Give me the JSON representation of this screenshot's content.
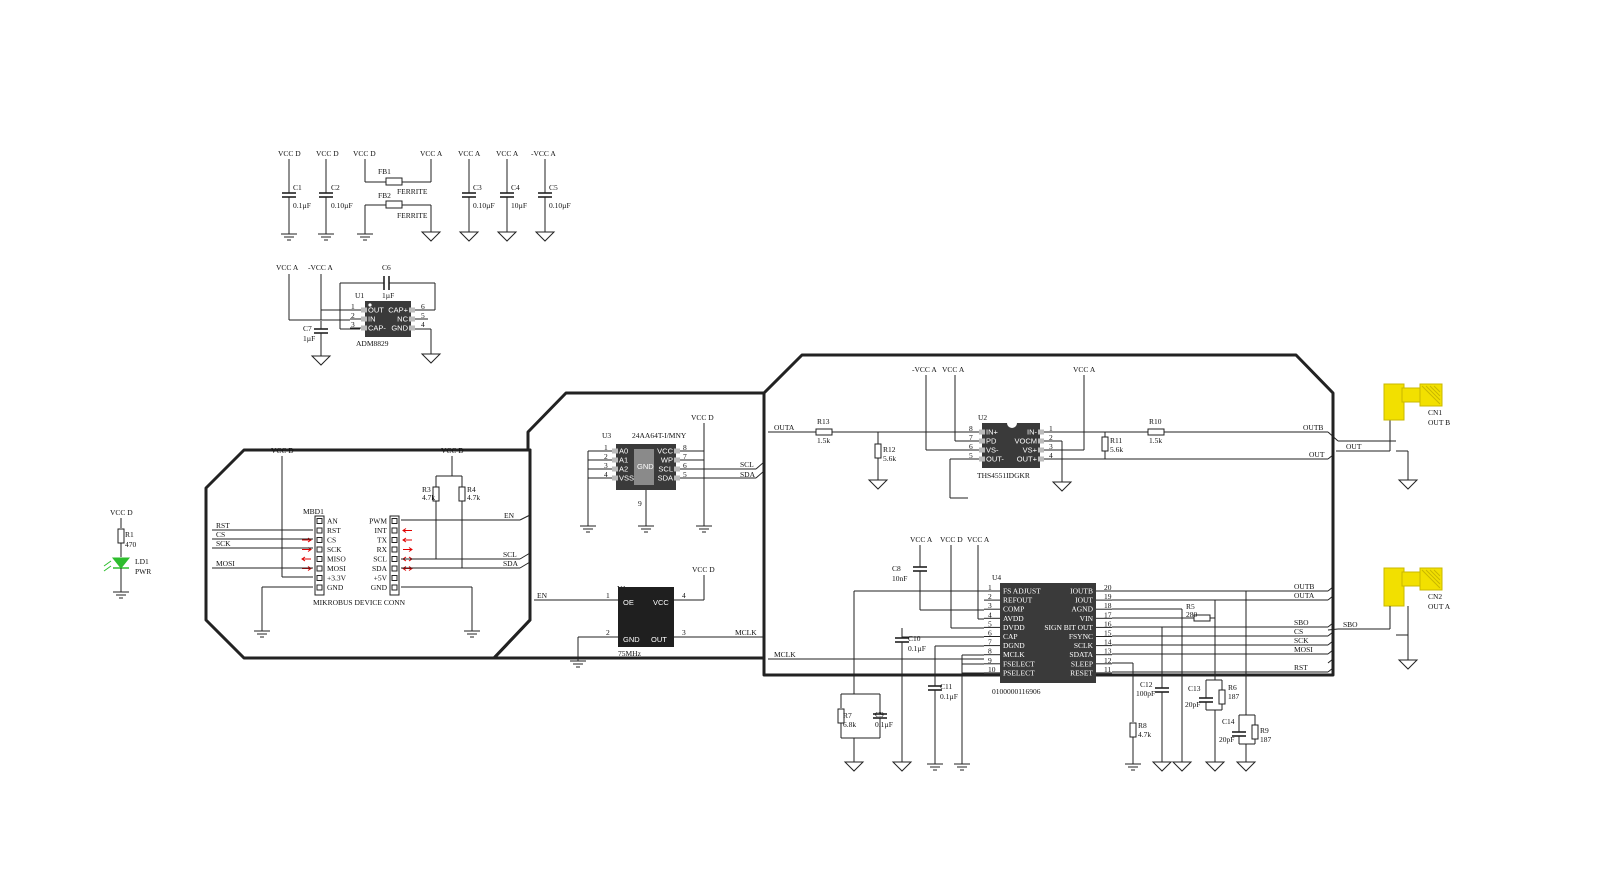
{
  "power": {
    "vccd": "VCC D",
    "vcca": "VCC A",
    "nvcca": "-VCC A",
    "c1": "C1",
    "c1_val": "0.1µF",
    "c2": "C2",
    "c2_val": "0.10µF",
    "fb1": "FB1",
    "fb2": "FB2",
    "ferrite": "FERRITE",
    "c3": "C3",
    "c3_val": "0.10µF",
    "c4": "C4",
    "c4_val": "10µF",
    "c5": "C5",
    "c5_val": "0.10µF"
  },
  "u1": {
    "ref": "U1",
    "part": "ADM8829",
    "c6": "C6",
    "c6_val": "1µF",
    "c7": "C7",
    "c7_val": "1µF",
    "pins_left": [
      "OUT",
      "IN",
      "CAP-"
    ],
    "pins_right": [
      "CAP+",
      "NC",
      "GND"
    ],
    "nums_left": [
      "1",
      "2",
      "3"
    ],
    "nums_right": [
      "6",
      "5",
      "4"
    ]
  },
  "led": {
    "vcc": "VCC D",
    "r1": "R1",
    "r1_val": "470",
    "ld1": "LD1",
    "pwr": "PWR"
  },
  "mikrobus": {
    "ref": "MBD1",
    "title": "MIKROBUS DEVICE CONN",
    "vcc": "VCC D",
    "left": [
      "AN",
      "RST",
      "CS",
      "SCK",
      "MISO",
      "MOSI",
      "+3.3V",
      "GND"
    ],
    "right": [
      "PWM",
      "INT",
      "TX",
      "RX",
      "SCL",
      "SDA",
      "+5V",
      "GND"
    ],
    "nets_left": [
      "RST",
      "CS",
      "SCK",
      "MOSI"
    ],
    "r3": "R3",
    "r3_val": "4.7k",
    "r4": "R4",
    "r4_val": "4.7k",
    "en": "EN",
    "scl": "SCL",
    "sda": "SDA"
  },
  "u3": {
    "ref": "U3",
    "part": "24AA64T-I/MNY",
    "vcc": "VCC D",
    "pins_left": [
      "A0",
      "A1",
      "A2",
      "VSS"
    ],
    "pins_right": [
      "VCC",
      "WP",
      "SCL",
      "SDA"
    ],
    "nums_left": [
      "1",
      "2",
      "3",
      "4"
    ],
    "nums_right": [
      "8",
      "7",
      "6",
      "5"
    ],
    "gnd": "GND",
    "pad": "9",
    "scl": "SCL",
    "sda": "SDA"
  },
  "y1": {
    "ref": "Y1",
    "part": "75MHz",
    "vcc": "VCC D",
    "oe": "OE",
    "vccpin": "VCC",
    "gnd": "GND",
    "out": "OUT",
    "n1": "1",
    "n2": "2",
    "n3": "3",
    "n4": "4",
    "en": "EN",
    "mclk": "MCLK"
  },
  "analog": {
    "outa": "OUTA",
    "outb": "OUTB",
    "out": "OUT",
    "r13": "R13",
    "r13_val": "1.5k",
    "r12": "R12",
    "r12_val": "5.6k",
    "r10": "R10",
    "r10_val": "1.5k",
    "r11": "R11",
    "r11_val": "5.6k",
    "nvcca": "-VCC A",
    "vcca": "VCC A",
    "u2": "U2",
    "u2_part": "THS4551IDGKR",
    "u2_left": [
      "IN+",
      "PD",
      "VS-",
      "OUT-"
    ],
    "u2_right": [
      "IN-",
      "VOCM",
      "VS+",
      "OUT+"
    ],
    "u2_nl": [
      "8",
      "7",
      "6",
      "5"
    ],
    "u2_nr": [
      "1",
      "2",
      "3",
      "4"
    ],
    "cn1": "CN1",
    "cn1_sub": "OUT B",
    "cn2": "CN2",
    "cn2_sub": "OUT A",
    "sbo": "SBO"
  },
  "dds": {
    "ref": "U4",
    "part": "0100000116906",
    "left": [
      "FS ADJUST",
      "REFOUT",
      "COMP",
      "AVDD",
      "DVDD",
      "CAP",
      "DGND",
      "MCLK",
      "FSELECT",
      "PSELECT"
    ],
    "right": [
      "IOUTB",
      "IOUT",
      "AGND",
      "VIN",
      "SIGN BIT OUT",
      "FSYNC",
      "SCLK",
      "SDATA",
      "SLEEP",
      "RESET"
    ],
    "nl": [
      "1",
      "2",
      "3",
      "4",
      "5",
      "6",
      "7",
      "8",
      "9",
      "10"
    ],
    "nr": [
      "20",
      "19",
      "18",
      "17",
      "16",
      "15",
      "14",
      "13",
      "12",
      "11"
    ],
    "vcca": "VCC A",
    "vccd": "VCC D",
    "c8": "C8",
    "c8_val": "10nF",
    "c10": "C10",
    "c10_val": "0.1µF",
    "c11": "C11",
    "c11_val": "0.1µF",
    "c9": "C9",
    "c9_val": "0.1µF",
    "r7": "R7",
    "r7_val": "6.8k",
    "r5": "R5",
    "r5_val": "280",
    "c12": "C12",
    "c12_val": "100pF",
    "r8": "R8",
    "r8_val": "4.7k",
    "c13": "C13",
    "c13_val": "20pF",
    "r6": "R6",
    "r6_val": "187",
    "c14": "C14",
    "c14_val": "20pF",
    "r9": "R9",
    "r9_val": "187",
    "nets": [
      "OUTB",
      "OUTA",
      "SBO",
      "CS",
      "SCK",
      "MOSI",
      "RST"
    ],
    "mclk": "MCLK"
  },
  "colors": {
    "wire": "#222222",
    "ic_body": "#3a3a3a",
    "connector": "#f2e000",
    "led": "#2dbd2d",
    "arrow": "#e00000"
  }
}
